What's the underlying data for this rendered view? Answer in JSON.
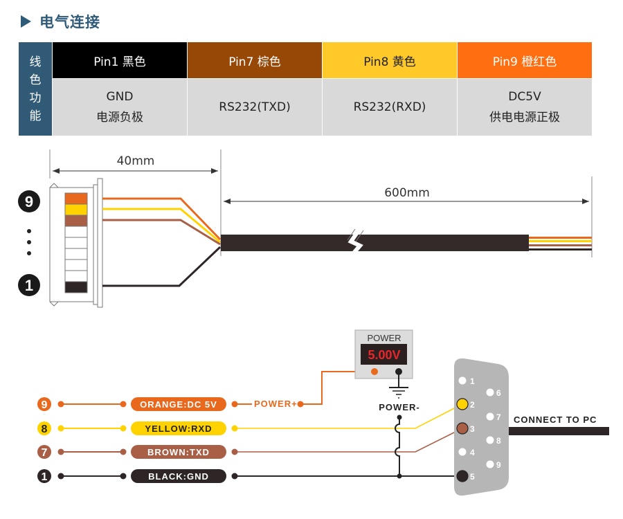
{
  "header": {
    "title": "电气连接",
    "icon": "triangle-right-icon"
  },
  "pin_table": {
    "side_label": [
      "线",
      "色",
      "功",
      "能"
    ],
    "columns": [
      {
        "pin": "Pin1 黑色",
        "function_line1": "GND",
        "function_line2": "电源负极",
        "color": "#000000"
      },
      {
        "pin": "Pin7 棕色",
        "function_line1": "RS232(TXD)",
        "function_line2": "",
        "color": "#974706"
      },
      {
        "pin": "Pin8 黄色",
        "function_line1": "RS232(RXD)",
        "function_line2": "",
        "color": "#ffc92a"
      },
      {
        "pin": "Pin9 橙红色",
        "function_line1": "DC5V",
        "function_line2": "供电电源正极",
        "color": "#ff6e10"
      }
    ]
  },
  "cable_drawing": {
    "connector_top_pin": "9",
    "connector_bottom_pin": "1",
    "dim_connector": "40mm",
    "dim_cable": "600mm",
    "wire_colors": {
      "orange": "#e8691e",
      "yellow": "#ffd200",
      "brown": "#a85f45",
      "black": "#2e2626"
    }
  },
  "wiring": {
    "rows": [
      {
        "pin": "9",
        "label": "ORANGE:DC 5V",
        "color": "#e8691e",
        "text_color": "#ffffff"
      },
      {
        "pin": "8",
        "label": "YELLOW:RXD",
        "color": "#ffd200",
        "text_color": "#222222"
      },
      {
        "pin": "7",
        "label": "BROWN:TXD",
        "color": "#a85f45",
        "text_color": "#ffffff"
      },
      {
        "pin": "1",
        "label": "BLACK:GND",
        "color": "#2e2626",
        "text_color": "#ffffff"
      }
    ],
    "power_plus": "POWER+",
    "power_minus": "POWER-",
    "power_box_title": "POWER",
    "power_reading": "5.00V",
    "db9_pins": [
      "1",
      "2",
      "3",
      "4",
      "5",
      "6",
      "7",
      "8",
      "9"
    ],
    "connect_label": "CONNECT TO PC"
  }
}
